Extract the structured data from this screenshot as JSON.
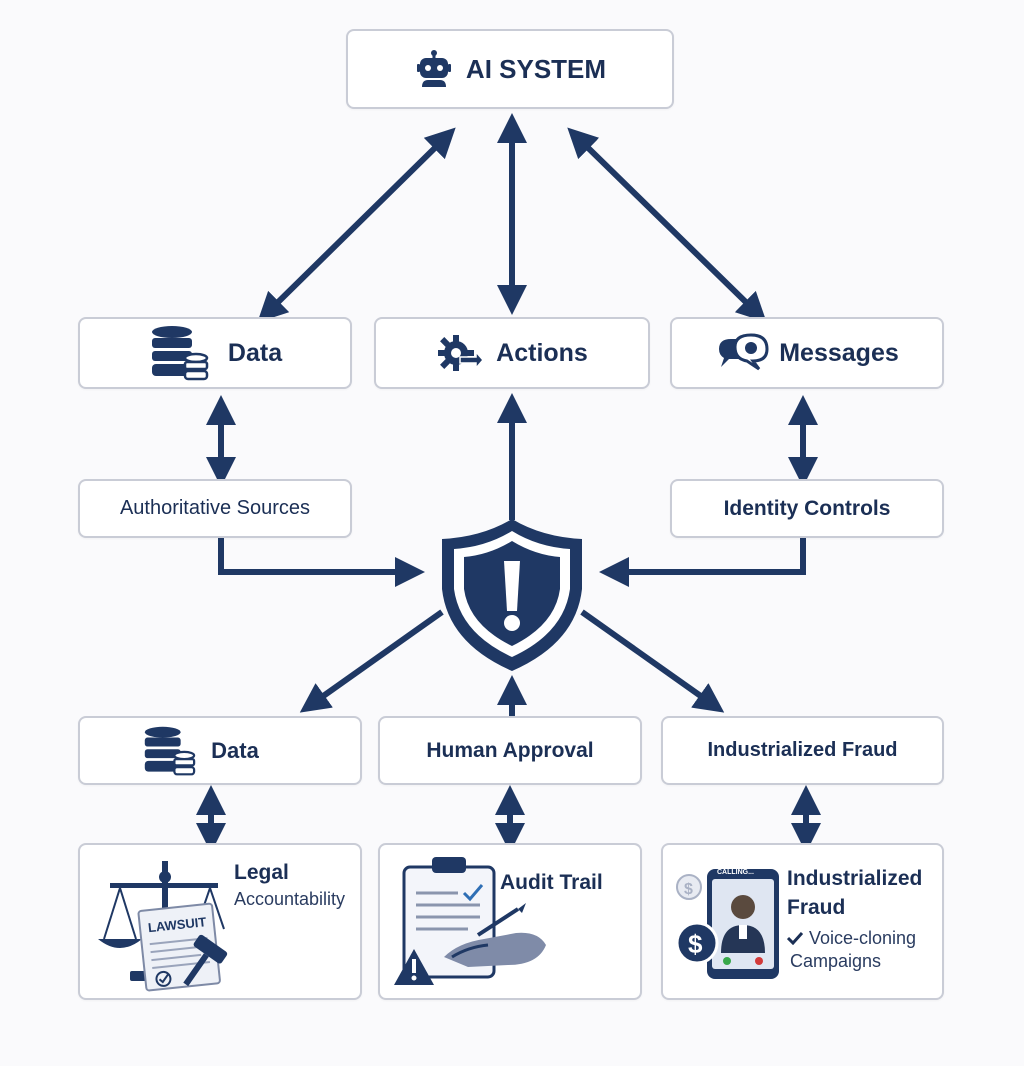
{
  "colors": {
    "navy": "#1f3864",
    "border": "#c9ccd6",
    "background": "#fafafc",
    "danger": "#1b2f55"
  },
  "top": {
    "title": "AI SYSTEM",
    "icon": "robot-icon"
  },
  "row1": [
    {
      "label": "Data",
      "icon": "database-icon"
    },
    {
      "label": "Actions",
      "icon": "gear-arrow-icon"
    },
    {
      "label": "Messages",
      "icon": "chat-bubbles-icon"
    }
  ],
  "row2": [
    {
      "label": "Authoritative Sources"
    },
    {
      "label": "Identity Controls"
    }
  ],
  "center": {
    "icon": "shield-warning-icon"
  },
  "row3": [
    {
      "label": "Data",
      "icon": "database-icon"
    },
    {
      "label": "Human Approval"
    },
    {
      "label": "Industrialized Fraud"
    }
  ],
  "cards": {
    "legal": {
      "title": "Legal",
      "subtitle": "Accountability",
      "badge": "LAWSUIT",
      "icon": "scales-gavel-icon"
    },
    "audit": {
      "title": "Audit Trail",
      "icon": "clipboard-robot-hand-icon"
    },
    "fraud": {
      "title_line1": "Industrialized",
      "title_line2": "Fraud",
      "check_line1": "Voice-cloning",
      "check_line2": "Campaigns",
      "phone_caption": "CALLING...",
      "icon": "phone-dollar-icon"
    }
  }
}
